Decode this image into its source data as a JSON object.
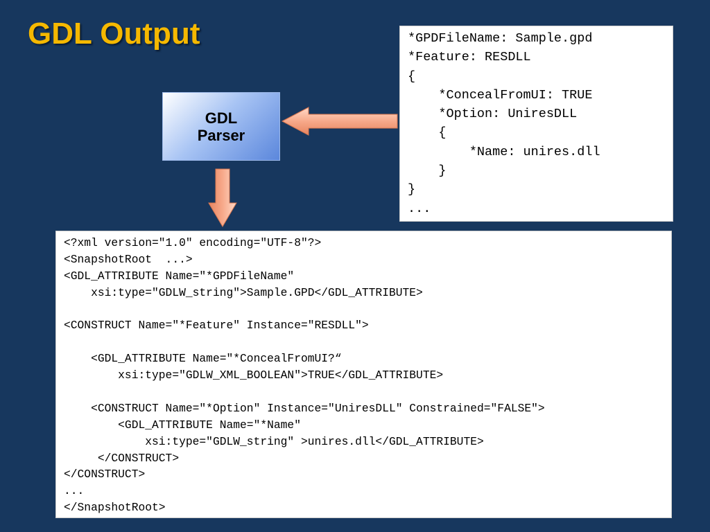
{
  "slide": {
    "title": "GDL Output",
    "background_color": "#17375e",
    "title_color": "#f5b800"
  },
  "parser": {
    "line1": "GDL",
    "line2": "Parser"
  },
  "arrows": {
    "color": "#f7a98a"
  },
  "gpd_source": {
    "lines": [
      "*GPDFileName: Sample.gpd",
      "*Feature: RESDLL",
      "{",
      "    *ConcealFromUI: TRUE",
      "    *Option: UniresDLL",
      "    {",
      "        *Name: unires.dll",
      "    }",
      "}",
      "..."
    ]
  },
  "xml_output": {
    "lines": [
      "<?xml version=\"1.0\" encoding=\"UTF-8\"?>",
      "<SnapshotRoot  ...>",
      "<GDL_ATTRIBUTE Name=\"*GPDFileName\"",
      "    xsi:type=\"GDLW_string\">Sample.GPD</GDL_ATTRIBUTE>",
      "",
      "<CONSTRUCT Name=\"*Feature\" Instance=\"RESDLL\">",
      "",
      "    <GDL_ATTRIBUTE Name=\"*ConcealFromUI?“",
      "        xsi:type=\"GDLW_XML_BOOLEAN\">TRUE</GDL_ATTRIBUTE>",
      "",
      "    <CONSTRUCT Name=\"*Option\" Instance=\"UniresDLL\" Constrained=\"FALSE\">",
      "        <GDL_ATTRIBUTE Name=\"*Name\"",
      "            xsi:type=\"GDLW_string\" >unires.dll</GDL_ATTRIBUTE>",
      "     </CONSTRUCT>",
      "</CONSTRUCT>",
      "...",
      "</SnapshotRoot>"
    ]
  }
}
